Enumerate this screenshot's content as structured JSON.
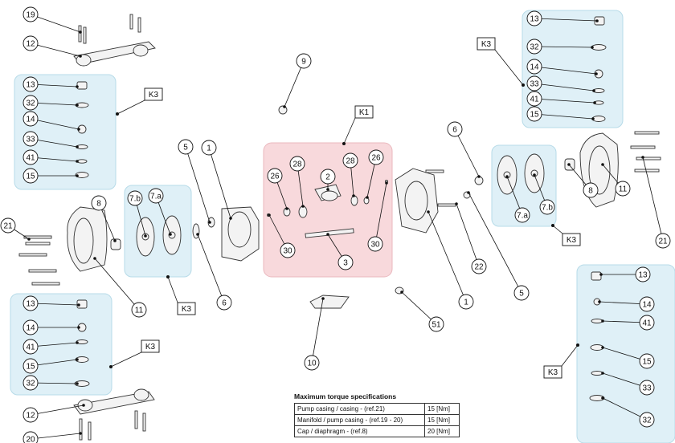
{
  "colors": {
    "kit_panel": "#dff0f7",
    "kit_panel_border": "#b7dbe8",
    "center_panel": "#f8d9dc",
    "center_panel_border": "#eab8be",
    "line": "#111111",
    "part_fill": "#f3f3f3",
    "part_stroke": "#333333"
  },
  "callouts": {
    "c19a": "19",
    "c12a": "12",
    "kl13": "13",
    "kl32": "32",
    "kl14": "14",
    "kl33": "33",
    "kl41": "41",
    "kl15": "15",
    "c8l": "8",
    "c21l": "21",
    "c7bl": "7.b",
    "c7al": "7.a",
    "c5l": "5",
    "c1l": "1",
    "c6l": "6",
    "c11l": "11",
    "lb13": "13",
    "lb14": "14",
    "lb41": "41",
    "lb15": "15",
    "lb32": "32",
    "c12b": "12",
    "c20": "20",
    "c9": "9",
    "c26a": "26",
    "c28a": "28",
    "c2": "2",
    "c28b": "28",
    "c26b": "26",
    "c30a": "30",
    "c30b": "30",
    "c3": "3",
    "c10": "10",
    "c51": "51",
    "c6r": "6",
    "c5r": "5",
    "c22": "22",
    "c1r": "1",
    "kr13": "13",
    "kr32": "32",
    "kr14": "14",
    "kr33": "33",
    "kr41": "41",
    "kr15": "15",
    "c7ar": "7.a",
    "c7br": "7.b",
    "c8r": "8",
    "c11r": "11",
    "c21r": "21",
    "rb13": "13",
    "rb14": "14",
    "rb41": "41",
    "rb15": "15",
    "rb33": "33",
    "rb32": "32"
  },
  "kits": {
    "k3_top_left": "K3",
    "k3_mid_left": "K3",
    "k3_bottom_left": "K3",
    "k3_top_right": "K3",
    "k3_mid_right": "K3",
    "k3_bottom_right": "K3",
    "k1_center": "K1"
  },
  "torque": {
    "title": "Maximum torque specifications",
    "rows": [
      {
        "label": "Pump casing / casing  - (ref.21)",
        "value": "15 [Nm]"
      },
      {
        "label": "Manifold / pump casing -  (ref.19 - 20)",
        "value": "15 [Nm]"
      },
      {
        "label": "Cap / diaphragm  - (ref.8)",
        "value": "20 [Nm]"
      }
    ]
  }
}
